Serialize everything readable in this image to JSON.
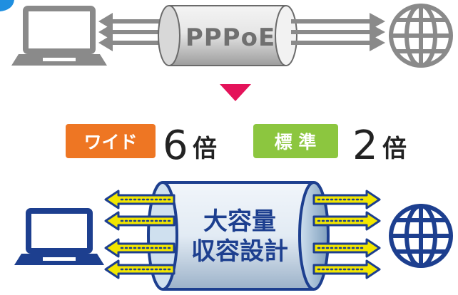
{
  "top": {
    "tunnel_label": "PPPoE"
  },
  "comparison": {
    "wide": {
      "badge": "ワイド",
      "value": "6",
      "unit": "倍"
    },
    "standard": {
      "badge": "標 準",
      "value": "2",
      "unit": "倍"
    }
  },
  "bottom": {
    "tunnel_line1": "大容量",
    "tunnel_line2": "収容設計"
  },
  "colors": {
    "pointer": "#e4135a",
    "wide_badge": "#ee7623",
    "standard_badge": "#8cc63f",
    "bottom_tunnel": "#1d3f8f",
    "arrow_fill": "#f2e600",
    "top_tunnel": "#9a9a9a",
    "corner_mark": "#1f8fe0"
  },
  "icons": [
    "laptop-icon",
    "globe-icon",
    "corner-mark"
  ]
}
